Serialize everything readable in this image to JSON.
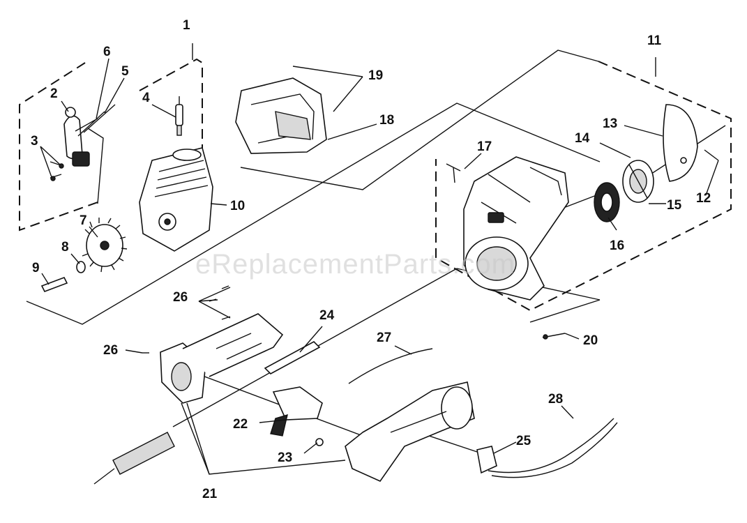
{
  "watermark": "eReplacementParts.com",
  "callouts": [
    {
      "id": "c1",
      "text": "1"
    },
    {
      "id": "c2",
      "text": "2"
    },
    {
      "id": "c3",
      "text": "3"
    },
    {
      "id": "c4",
      "text": "4"
    },
    {
      "id": "c5",
      "text": "5"
    },
    {
      "id": "c6",
      "text": "6"
    },
    {
      "id": "c7",
      "text": "7"
    },
    {
      "id": "c8",
      "text": "8"
    },
    {
      "id": "c9",
      "text": "9"
    },
    {
      "id": "c10",
      "text": "10"
    },
    {
      "id": "c11",
      "text": "11"
    },
    {
      "id": "c12",
      "text": "12"
    },
    {
      "id": "c13",
      "text": "13"
    },
    {
      "id": "c14",
      "text": "14"
    },
    {
      "id": "c15",
      "text": "15"
    },
    {
      "id": "c16",
      "text": "16"
    },
    {
      "id": "c17",
      "text": "17"
    },
    {
      "id": "c18",
      "text": "18"
    },
    {
      "id": "c19",
      "text": "19"
    },
    {
      "id": "c20",
      "text": "20"
    },
    {
      "id": "c21",
      "text": "21"
    },
    {
      "id": "c22",
      "text": "22"
    },
    {
      "id": "c23",
      "text": "23"
    },
    {
      "id": "c24",
      "text": "24"
    },
    {
      "id": "c25",
      "text": "25"
    },
    {
      "id": "c26a",
      "text": "26"
    },
    {
      "id": "c26b",
      "text": "26"
    },
    {
      "id": "c27",
      "text": "27"
    },
    {
      "id": "c28",
      "text": "28"
    }
  ]
}
